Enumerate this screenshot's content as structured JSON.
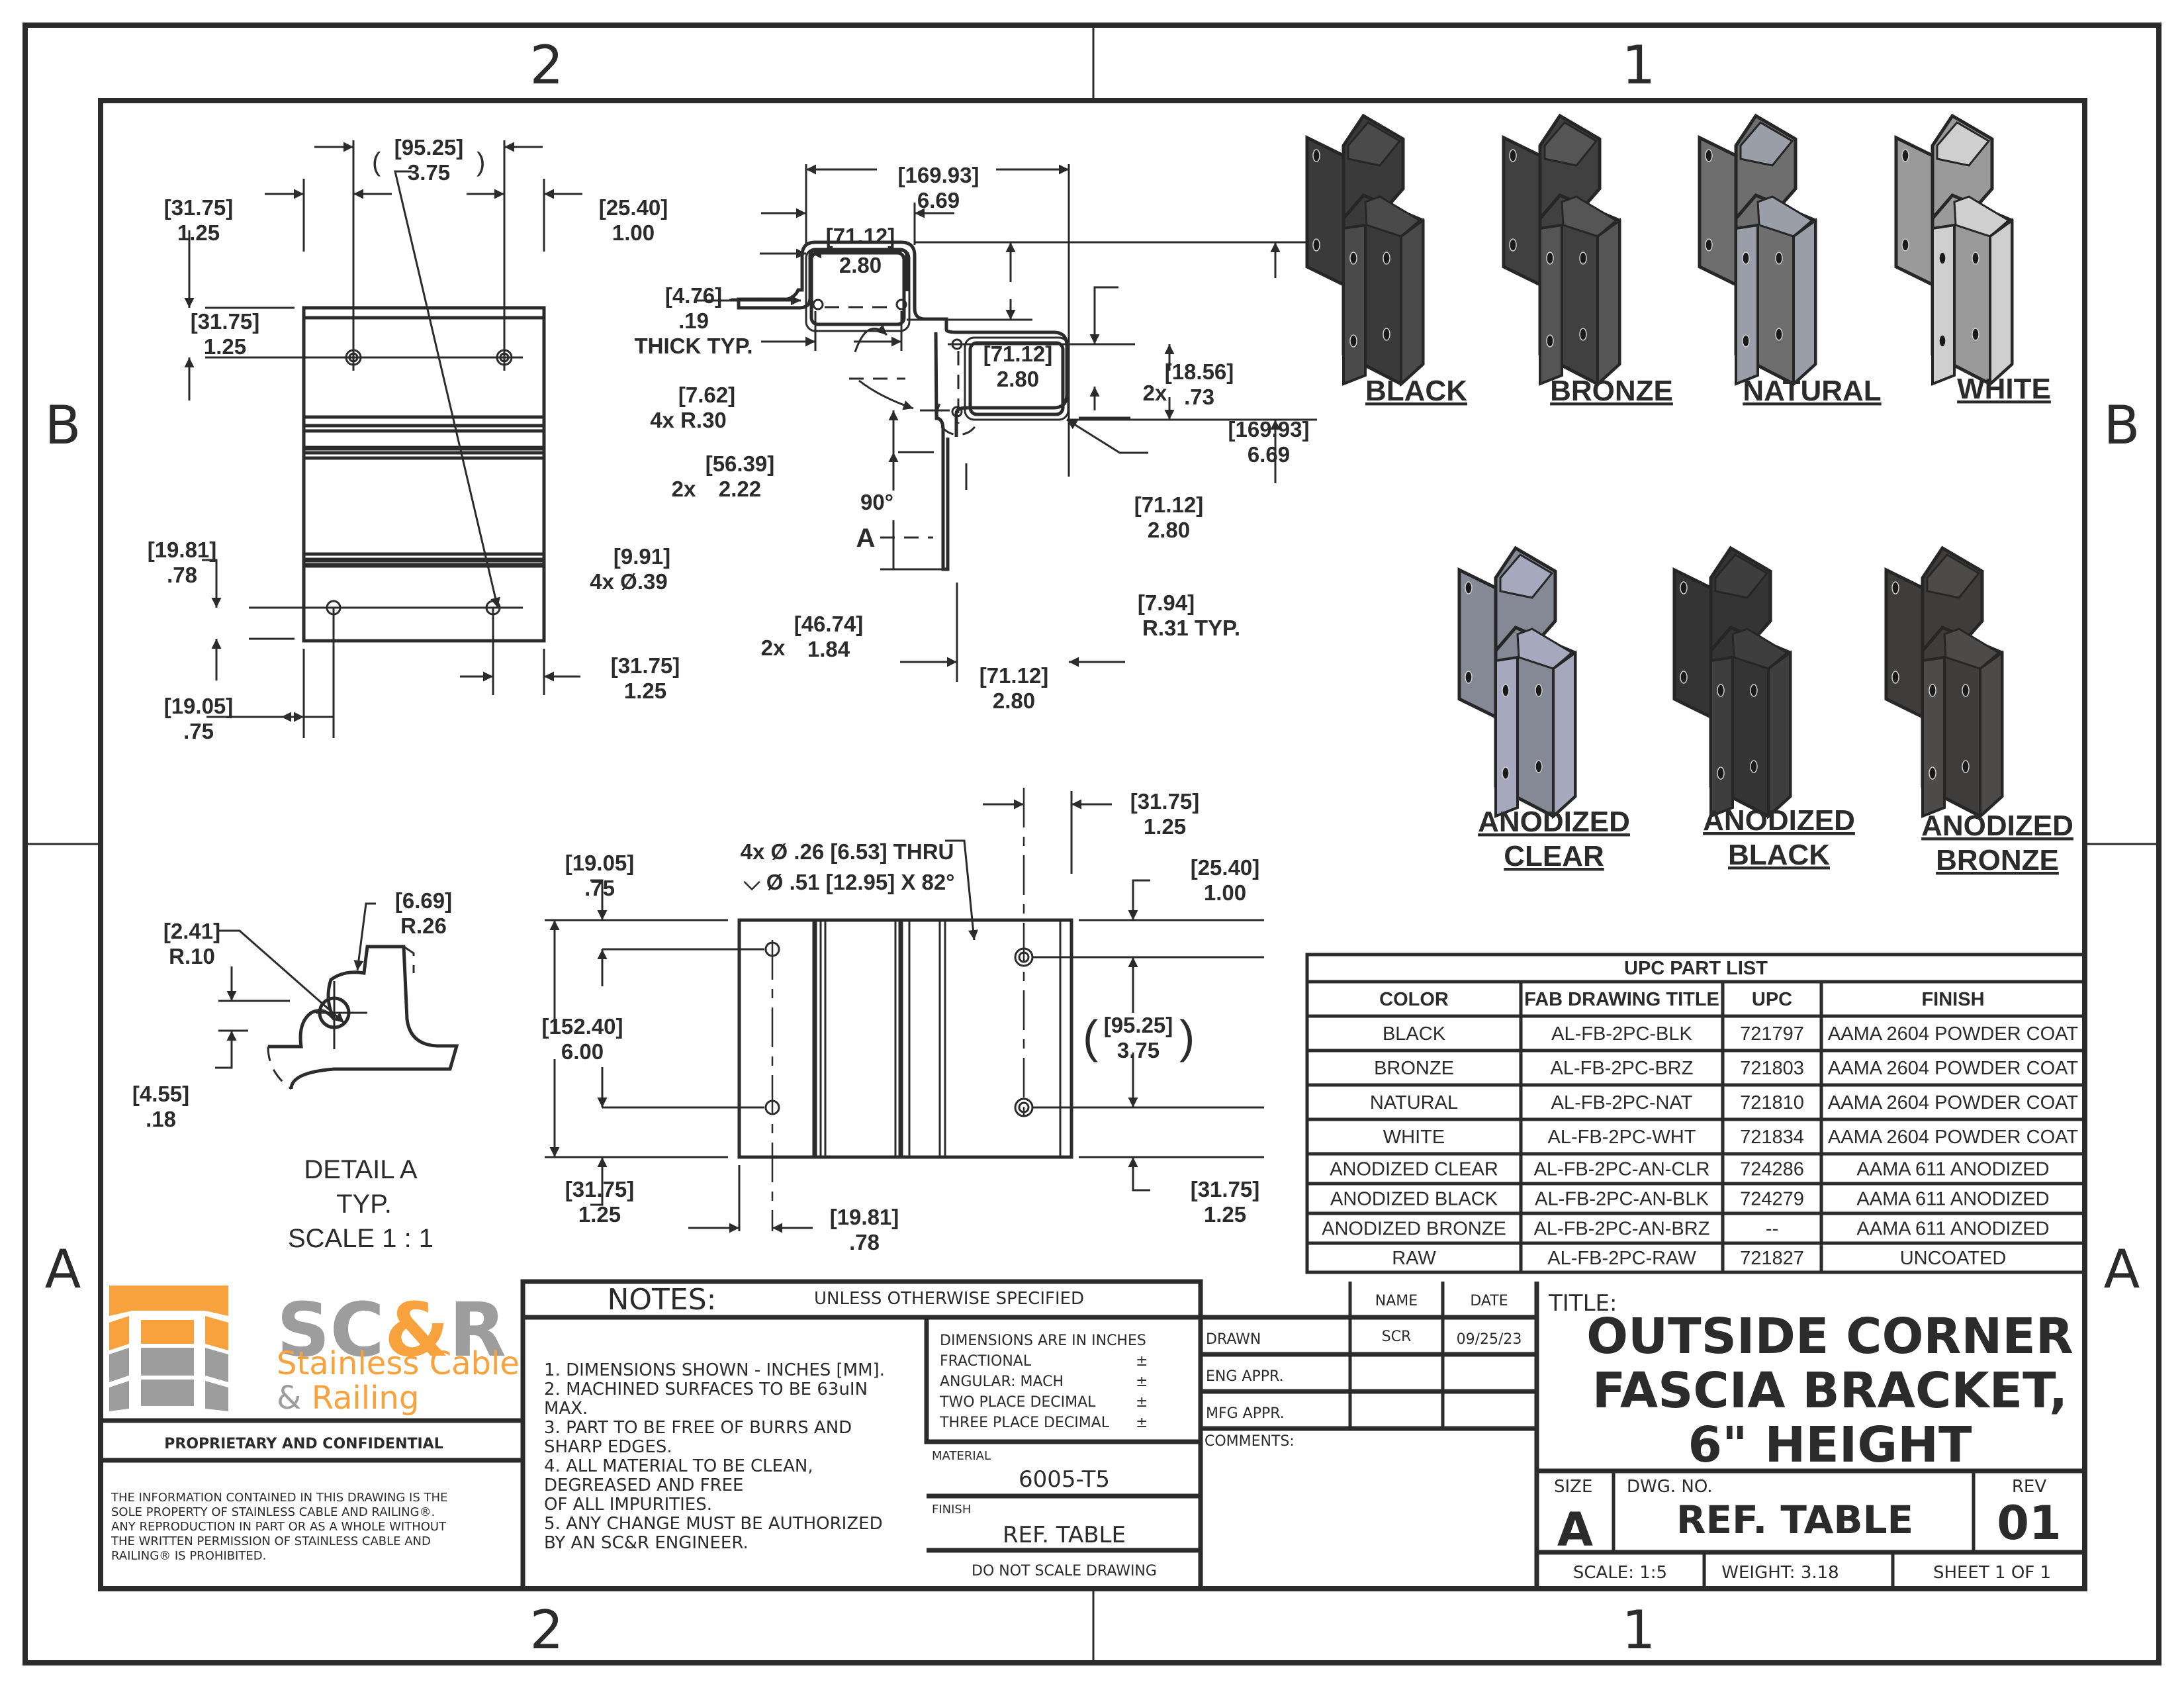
{
  "sheet": {
    "zones": {
      "top": [
        "2",
        "1"
      ],
      "bottom": [
        "2",
        "1"
      ],
      "left": [
        "B",
        "A"
      ],
      "right": [
        "B",
        "A"
      ]
    }
  },
  "brand": {
    "logo_main_gray": "SC",
    "logo_main_amp": "&",
    "logo_main_r": "R",
    "logo_line1": "Stainless Cable",
    "logo_line2_amp": "&",
    "logo_line2": "Railing",
    "colors": {
      "orange": "#f7a23c",
      "gray": "#9d9d9d"
    },
    "proprietary": "PROPRIETARY AND CONFIDENTIAL",
    "disclaimer": [
      "THE INFORMATION CONTAINED IN THIS DRAWING IS THE",
      "SOLE PROPERTY OF STAINLESS CABLE AND RAILING®.",
      "ANY REPRODUCTION IN PART OR AS A WHOLE WITHOUT",
      "THE WRITTEN PERMISSION OF STAINLESS CABLE AND",
      "RAILING® IS PROHIBITED."
    ]
  },
  "views": {
    "front_top": {
      "dims": {
        "d1_mm": "[95.25]",
        "d1_in": "3.75",
        "d2_mm": "[31.75]",
        "d2_in": "1.25",
        "d3_mm": "[25.40]",
        "d3_in": "1.00",
        "d4_mm": "[31.75]",
        "d4_in": "1.25",
        "d5_mm": "[19.81]",
        "d5_in": ".78",
        "d6_mm": "[9.91]",
        "d6_in": "4x Ø.39",
        "d7_mm": "[19.05]",
        "d7_in": ".75",
        "d8_mm": "[31.75]",
        "d8_in": "1.25"
      }
    },
    "profile": {
      "dims": {
        "overall_w_mm": "[169.93]",
        "overall_w_in": "6.69",
        "box_w_mm": "[71.12]",
        "box_w_in": "2.80",
        "thick_mm": "[4.76]",
        "thick_in": ".19",
        "thick_note": "THICK TYP.",
        "r30_mm": "[7.62]",
        "r30_in": "4x  R.30",
        "box_h_mm": "[71.12]",
        "box_h_in": "2.80",
        "off_mm": "[18.56]",
        "off_in": ".73",
        "off_qty": "2x",
        "overall_h_mm": "[169.93]",
        "overall_h_in": "6.69",
        "flange_mm": "[56.39]",
        "flange_in": "2.22",
        "flange_qty": "2x",
        "angle": "90°",
        "detail_callout": "A",
        "box2_h_mm": "[71.12]",
        "box2_h_in": "2.80",
        "r31_mm": "[7.94]",
        "r31_in": "R.31   TYP.",
        "leg_mm": "[46.74]",
        "leg_in": "1.84",
        "leg_qty": "2x",
        "box2_w_mm": "[71.12]",
        "box2_w_in": "2.80"
      }
    },
    "detail_a": {
      "r10_mm": "[2.41]",
      "r10_in": "R.10",
      "r26_mm": "[6.69]",
      "r26_in": "R.26",
      "gap_mm": "[4.55]",
      "gap_in": ".18",
      "caption": [
        "DETAIL A",
        "TYP.",
        "SCALE 1 : 1"
      ]
    },
    "side": {
      "hole_note_1": "4x Ø .26 [6.53] THRU",
      "hole_note_2": "⌵  Ø .51 [12.95] X 82°",
      "dims": {
        "top_mm": "[19.05]",
        "top_in": ".75",
        "height_mm": "[152.40]",
        "height_in": "6.00",
        "bot_mm": "[31.75]",
        "bot_in": "1.25",
        "edge_mm": "[19.81]",
        "edge_in": ".78",
        "r_edge_mm": "[31.75]",
        "r_edge_in": "1.25",
        "r_top_mm": "[25.40]",
        "r_top_in": "1.00",
        "r_span_mm": "[95.25]",
        "r_span_in": "3.75",
        "r_bot_mm": "[31.75]",
        "r_bot_in": "1.25"
      }
    }
  },
  "finishes": [
    {
      "label": [
        "BLACK"
      ],
      "color": "#3a3a3a",
      "light": "#4a4a4a"
    },
    {
      "label": [
        "BRONZE"
      ],
      "color": "#404040",
      "light": "#555555"
    },
    {
      "label": [
        "NATURAL"
      ],
      "color": "#6e6e6e",
      "light": "#9a9ea8"
    },
    {
      "label": [
        "WHITE"
      ],
      "color": "#9a9a9a",
      "light": "#cfcfcf"
    },
    {
      "label": [
        "ANODIZED",
        "CLEAR"
      ],
      "color": "#858895",
      "light": "#a6a9bd"
    },
    {
      "label": [
        "ANODIZED",
        "BLACK"
      ],
      "color": "#343434",
      "light": "#3e3e3e"
    },
    {
      "label": [
        "ANODIZED",
        "BRONZE"
      ],
      "color": "#3f3d3b",
      "light": "#4d4b49"
    }
  ],
  "upc_table": {
    "title": "UPC PART LIST",
    "headers": [
      "COLOR",
      "FAB DRAWING TITLE",
      "UPC",
      "FINISH"
    ],
    "rows": [
      [
        "BLACK",
        "AL-FB-2PC-BLK",
        "721797",
        "AAMA 2604 POWDER COAT"
      ],
      [
        "BRONZE",
        "AL-FB-2PC-BRZ",
        "721803",
        "AAMA 2604 POWDER COAT"
      ],
      [
        "NATURAL",
        "AL-FB-2PC-NAT",
        "721810",
        "AAMA 2604 POWDER COAT"
      ],
      [
        "WHITE",
        "AL-FB-2PC-WHT",
        "721834",
        "AAMA 2604 POWDER COAT"
      ],
      [
        "ANODIZED CLEAR",
        "AL-FB-2PC-AN-CLR",
        "724286",
        "AAMA 611 ANODIZED"
      ],
      [
        "ANODIZED BLACK",
        "AL-FB-2PC-AN-BLK",
        "724279",
        "AAMA 611 ANODIZED"
      ],
      [
        "ANODIZED BRONZE",
        "AL-FB-2PC-AN-BRZ",
        "--",
        "AAMA 611 ANODIZED"
      ],
      [
        "RAW",
        "AL-FB-2PC-RAW",
        "721827",
        "UNCOATED"
      ]
    ]
  },
  "notes": {
    "heading": "NOTES:",
    "subheading": "UNLESS OTHERWISE SPECIFIED",
    "lines": [
      "1. DIMENSIONS SHOWN - INCHES [MM].",
      "2. MACHINED SURFACES TO BE 63uIN",
      "MAX.",
      "3. PART TO BE FREE OF BURRS AND",
      "SHARP EDGES.",
      "4. ALL MATERIAL TO BE CLEAN,",
      "DEGREASED AND FREE",
      "OF ALL IMPURITIES.",
      "5. ANY CHANGE MUST BE AUTHORIZED",
      "BY AN SC&R ENGINEER."
    ],
    "tolerances": [
      {
        "label": "DIMENSIONS ARE IN INCHES",
        "sign": ""
      },
      {
        "label": "FRACTIONAL",
        "sign": "±"
      },
      {
        "label": "ANGULAR: MACH",
        "sign": "±"
      },
      {
        "label": "TWO PLACE DECIMAL",
        "sign": "±"
      },
      {
        "label": "THREE PLACE DECIMAL",
        "sign": "±"
      }
    ],
    "material_label": "MATERIAL",
    "material": "6005-T5",
    "finish_label": "FINISH",
    "finish": "REF. TABLE",
    "do_not_scale": "DO NOT SCALE DRAWING"
  },
  "approvals": {
    "headers": [
      "",
      "NAME",
      "DATE"
    ],
    "rows": [
      [
        "DRAWN",
        "SCR",
        "09/25/23"
      ],
      [
        "ENG APPR.",
        "",
        ""
      ],
      [
        "MFG APPR.",
        "",
        ""
      ]
    ],
    "comments_label": "COMMENTS:"
  },
  "title_block": {
    "title_label": "TITLE:",
    "title_lines": [
      "OUTSIDE CORNER",
      "FASCIA BRACKET,",
      "6\" HEIGHT"
    ],
    "size_label": "SIZE",
    "size": "A",
    "dwg_label": "DWG.  NO.",
    "dwg_no": "REF. TABLE",
    "rev_label": "REV",
    "rev": "01",
    "scale": "SCALE: 1:5",
    "weight": "WEIGHT: 3.18",
    "sheet": "SHEET 1 OF 1"
  }
}
